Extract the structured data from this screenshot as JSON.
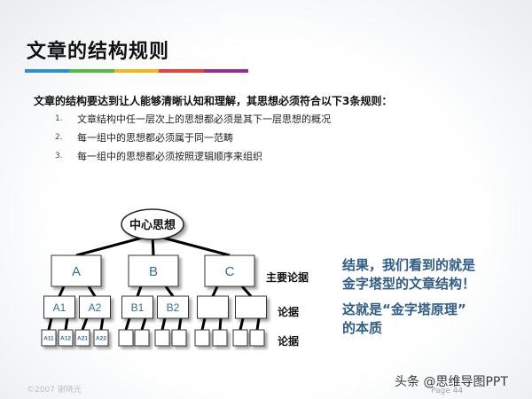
{
  "title": "文章的结构规则",
  "title_bar_colors": [
    "#2e8fd0",
    "#55b848",
    "#f2b81b",
    "#e6413c",
    "#9a2f8f"
  ],
  "intro": "文章的结构要达到让人能够清晰认知和理解，其思想必须符合以下3条规则：",
  "rules": [
    {
      "num": "1.",
      "text": "文章结构中任一层次上的思想都必须是其下一层思想的概况"
    },
    {
      "num": "2.",
      "text": "每一组中的思想都必须属于同一范畴"
    },
    {
      "num": "3.",
      "text": "每一组中的思想都必须按照逻辑顺序来组织"
    }
  ],
  "tree": {
    "root": "中心思想",
    "level1": [
      "A",
      "B",
      "C"
    ],
    "level2": [
      "A1",
      "A2",
      "B1",
      "B2",
      "",
      ""
    ],
    "level3": [
      "A11",
      "A12",
      "A21",
      "A22",
      "",
      "",
      "",
      "",
      "",
      "",
      "",
      ""
    ]
  },
  "side_labels": {
    "level1": "主要论据",
    "level2": "论据",
    "level3": "论据"
  },
  "conclusion": {
    "line1": "结果，我们看到的就是",
    "line2": "金字塔型的文章结构！",
    "line3": "这就是“金字塔原理”",
    "line4": "的本质"
  },
  "copyright": "©2007 谢晓光",
  "watermark": "头条 @思维导图PPT",
  "page": "Page 44",
  "colors": {
    "node_text": "#2f6f9f",
    "conclusion_text": "#2f5d86"
  }
}
